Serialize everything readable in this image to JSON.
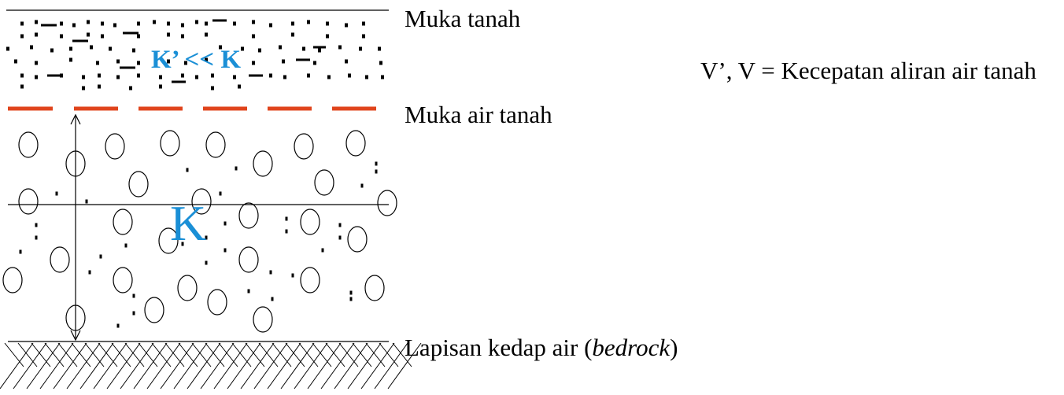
{
  "labels": {
    "ground_surface": "Muka tanah",
    "water_table": "Muka air tanah",
    "bedrock_prefix": "Lapisan kedap air (",
    "bedrock_italic": "bedrock",
    "bedrock_suffix": ")",
    "velocity_note": "V’, V = Kecepatan aliran air tanah",
    "k_upper": "K’ << K",
    "k_lower": "K"
  },
  "colors": {
    "water_table_dash": "#e0441c",
    "k_text": "#1a8fd6",
    "lines": "#000000"
  }
}
